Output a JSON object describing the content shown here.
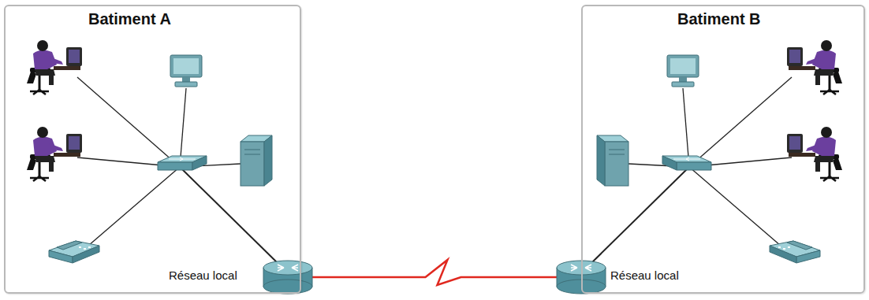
{
  "diagram": {
    "nodes": [
      {
        "text": [
          "Batiment A"
        ]
      },
      {
        "text": [
          "Batiment B"
        ]
      }
    ],
    "edges": [
      {
        "from": 0,
        "to": 1,
        "arrow": "none"
      }
    ],
    "labels": [
      "Réseau local",
      "Réseau local"
    ]
  }
}
